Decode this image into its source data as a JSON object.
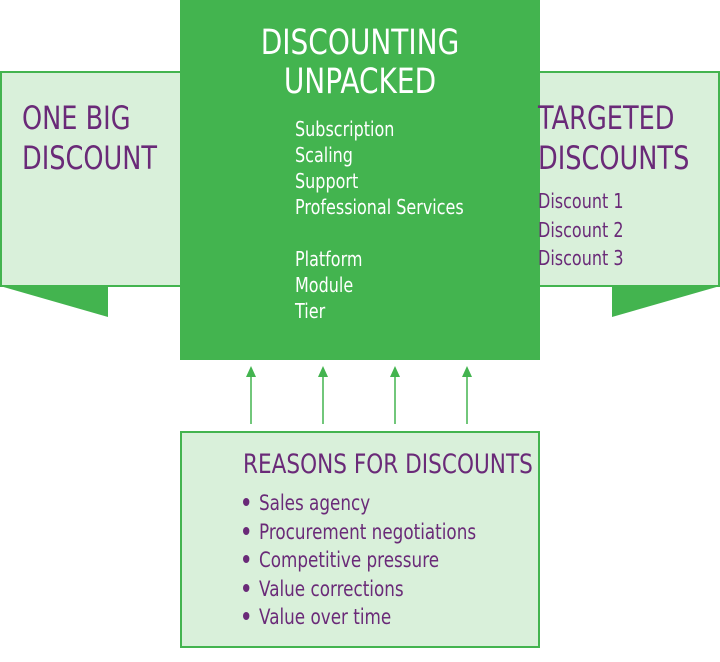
{
  "center": {
    "title_line1": "DISCOUNTING",
    "title_line2": "UNPACKED",
    "group1": [
      "Subscription",
      "Scaling",
      "Support",
      "Professional Services"
    ],
    "group2": [
      "Platform",
      "Module",
      "Tier"
    ]
  },
  "left": {
    "title_line1": "ONE BIG",
    "title_line2": "DISCOUNT"
  },
  "right": {
    "title_line1": "TARGETED",
    "title_line2": "DISCOUNTS",
    "items": [
      "Discount 1",
      "Discount 2",
      "Discount 3"
    ]
  },
  "reasons": {
    "title": "REASONS FOR DISCOUNTS",
    "items": [
      "Sales agency",
      "Procurement negotiations",
      "Competitive pressure",
      "Value corrections",
      "Value over time"
    ]
  },
  "colors": {
    "green_dark": "#43b44f",
    "green_light": "#d9f0da",
    "green_border": "#43b44f",
    "purple": "#6a2a78",
    "arrow": "#43b44f"
  }
}
